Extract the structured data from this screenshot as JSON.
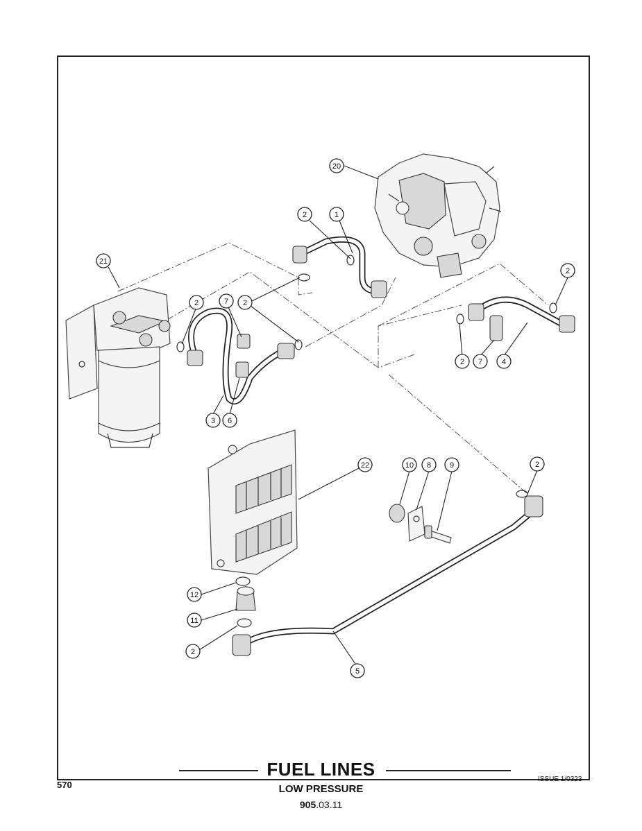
{
  "title": "FUEL LINES",
  "subtitle": "LOW PRESSURE",
  "section_code": {
    "major": "905",
    "minor": ".03.11"
  },
  "page_number": "570",
  "issue": "ISSUE 1/0323",
  "callouts": [
    {
      "id": "c20",
      "label": "20"
    },
    {
      "id": "c2a",
      "label": "2"
    },
    {
      "id": "c1",
      "label": "1"
    },
    {
      "id": "c21",
      "label": "21"
    },
    {
      "id": "c2b",
      "label": "2"
    },
    {
      "id": "c7a",
      "label": "7"
    },
    {
      "id": "c2c",
      "label": "2"
    },
    {
      "id": "c2d",
      "label": "2"
    },
    {
      "id": "c2e",
      "label": "2"
    },
    {
      "id": "c7b",
      "label": "7"
    },
    {
      "id": "c4",
      "label": "4"
    },
    {
      "id": "c3",
      "label": "3"
    },
    {
      "id": "c6",
      "label": "6"
    },
    {
      "id": "c22",
      "label": "22"
    },
    {
      "id": "c10",
      "label": "10"
    },
    {
      "id": "c8",
      "label": "8"
    },
    {
      "id": "c9",
      "label": "9"
    },
    {
      "id": "c2f",
      "label": "2"
    },
    {
      "id": "c12",
      "label": "12"
    },
    {
      "id": "c11",
      "label": "11"
    },
    {
      "id": "c2g",
      "label": "2"
    },
    {
      "id": "c5",
      "label": "5"
    }
  ]
}
